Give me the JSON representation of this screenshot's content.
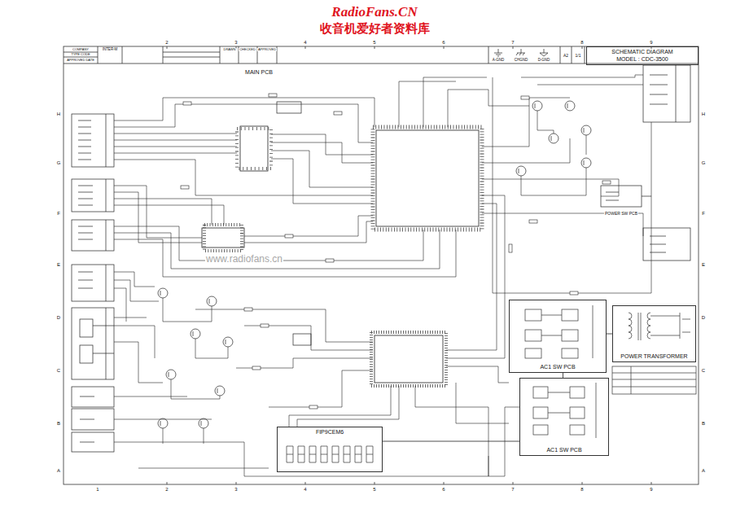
{
  "diagram": {
    "nodes": [
      {
        "text": [
          "SCHEMATIC DIAGRAM",
          "MODEL : CDC-3500"
        ]
      },
      {
        "text": [
          "FIP9CEM6"
        ]
      },
      {
        "text": [
          "AC1 SW PCB"
        ]
      },
      {
        "text": [
          "AC1 SW PCB"
        ]
      },
      {
        "text": [
          "POWER TRANSFORMER"
        ]
      }
    ],
    "edges": [
      {
        "from": 1,
        "to": 3,
        "arrow": "none"
      },
      {
        "from": 2,
        "to": 3,
        "arrow": "none"
      },
      {
        "from": 4,
        "to": 2,
        "arrow": "none"
      }
    ],
    "labels": [
      "RadioFans.CN",
      "收音机爱好者资料库",
      "MAIN PCB",
      "POWER SW PCB",
      "A-GND",
      "CHGND",
      "D-GND",
      "A2",
      "1/1",
      "INTER-M",
      "www.radiofans.cn",
      "COMPANY",
      "TYPE CODE",
      "APPROVED DATE",
      "DRAWN",
      "CHECKED",
      "APPROVED",
      "2",
      "3",
      "4",
      "5",
      "6",
      "7",
      "8",
      "9",
      "1",
      "2",
      "3",
      "4",
      "5",
      "6",
      "7",
      "8",
      "9",
      "H",
      "G",
      "F",
      "E",
      "D",
      "C",
      "B",
      "A",
      "H",
      "G",
      "F",
      "E",
      "D",
      "C",
      "B",
      "A"
    ]
  }
}
